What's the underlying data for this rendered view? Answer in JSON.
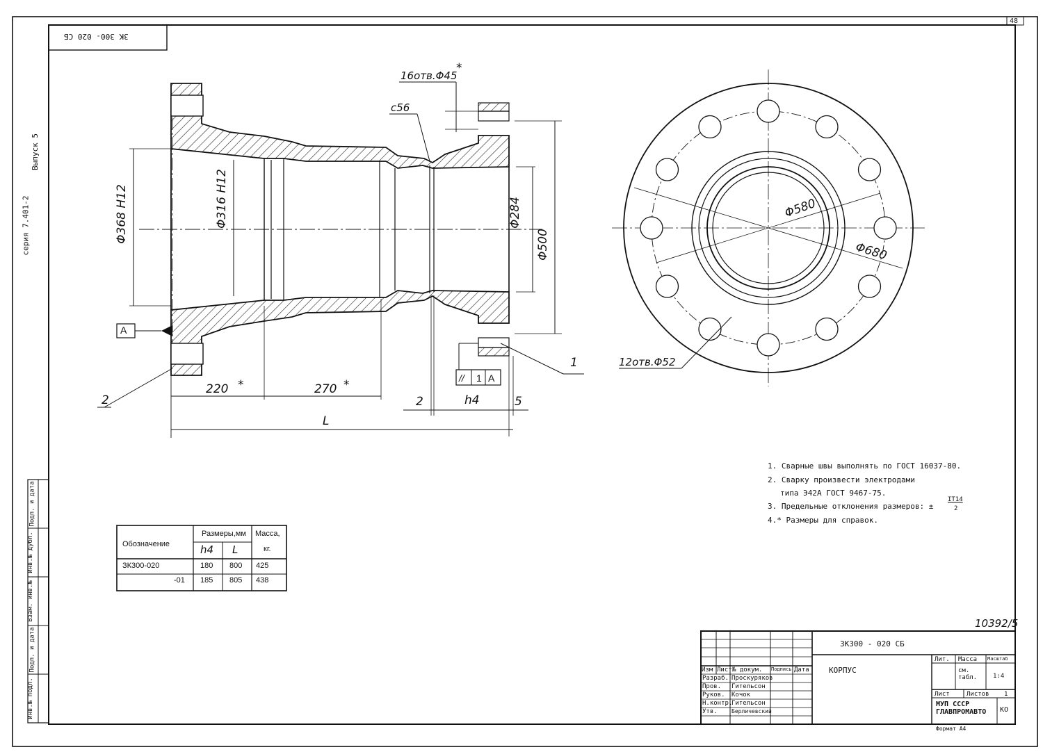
{
  "sheet": {
    "number": "48",
    "top_code": "ЗК 300- 020 СБ",
    "series": "серия 7.401-2",
    "issue": "Выпуск 5",
    "side_marks": [
      "Инв.№ подл.",
      "Подп. и дата",
      "Взам. инв.№",
      "Инв.№ дубл.",
      "Подп. и дата"
    ],
    "archive_number": "10392/5"
  },
  "drawing": {
    "datum_label": "A",
    "callouts": [
      "1",
      "2"
    ],
    "dims": {
      "holes_small": "16отв.Φ45",
      "holes_small_star": "*",
      "chamfer": "с56",
      "d368": "Φ368 H12",
      "d316": "Φ316 H12",
      "d284": "Φ284",
      "d500": "Φ500",
      "d580": "Φ580",
      "d680": "Φ680",
      "holes_big": "12отв.Φ52",
      "len220": "220",
      "len270": "270",
      "len2": "2",
      "h4": "h4",
      "len5": "5",
      "L": "L",
      "star": "*"
    },
    "tolerance_frame": [
      "//",
      "1",
      "A"
    ]
  },
  "notes": [
    "1. Сварные швы выполнять по ГОСТ 16037-80.",
    "2. Сварку произвести электродами",
    "типа Э42А  ГОСТ 9467-75.",
    "3. Предельные отклонения размеров: ±",
    "4.* Размеры для справок."
  ],
  "note3_fraction": {
    "num": "IT14",
    "den": "2"
  },
  "table": {
    "header": {
      "designation": "Обозначение",
      "dimensions": "Размеры,мм",
      "mass": "Масса,",
      "mass_unit": "кг.",
      "h4": "h4",
      "L": "L"
    },
    "rows": [
      {
        "designation": "ЗК300-020",
        "h4": "180",
        "L": "800",
        "mass": "425"
      },
      {
        "designation": "-01",
        "h4": "185",
        "L": "805",
        "mass": "438"
      }
    ]
  },
  "title_block": {
    "code": "ЗК300 - 020 СБ",
    "name": "КОРПУС",
    "col_headers": [
      "Изм",
      "Лист",
      "№ докум.",
      "Подпись",
      "Дата"
    ],
    "roles": [
      "Разраб.",
      "Пров.",
      "Руков.",
      "Н.контр.",
      "Утв."
    ],
    "names": [
      "Проскуряков",
      "Гительсон",
      "Кочок",
      "Гительсон",
      "Берличевский"
    ],
    "lit": "Лит.",
    "mass": "Масса",
    "scale": "Масштаб",
    "mass_value": "см. табл.",
    "scale_value": "1:4",
    "sheet": "Лист",
    "sheets": "Листов",
    "sheets_value": "1",
    "org": "МУП СССР ГЛАВПРОМАВТО",
    "org_code": "КО",
    "format": "Формат А4"
  }
}
